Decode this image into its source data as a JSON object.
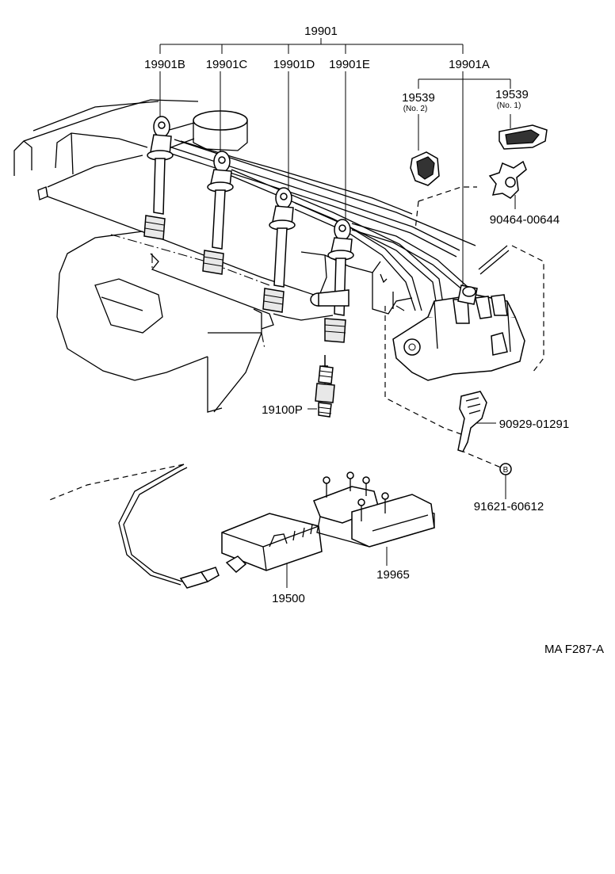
{
  "labels": {
    "assembly": "19901",
    "wire_b": "19901B",
    "wire_c": "19901C",
    "wire_d": "19901D",
    "wire_e": "19901E",
    "wire_a": "19901A",
    "clamp_no2": "19539",
    "clamp_no2_sub": "(No. 2)",
    "clamp_no1": "19539",
    "clamp_no1_sub": "(No. 1)",
    "clamp_bracket": "90464-00644",
    "spark_plug": "19100P",
    "wire_bracket": "90929-01291",
    "bolt_marker": "B",
    "bolt": "91621-60612",
    "coil_bracket": "19965",
    "ignition_coil": "19500",
    "figure_code": "MA  F287-A"
  }
}
